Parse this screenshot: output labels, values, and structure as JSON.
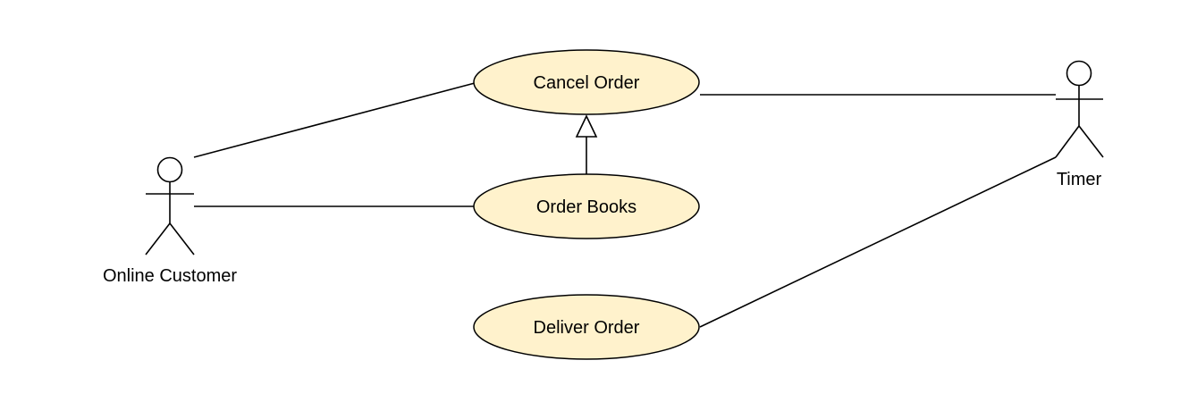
{
  "colors": {
    "usecase_fill": "#fff2cc",
    "stroke": "#000000",
    "background": "#ffffff"
  },
  "actors": {
    "online_customer": {
      "label": "Online Customer"
    },
    "timer": {
      "label": "Timer"
    }
  },
  "use_cases": {
    "cancel_order": {
      "label": "Cancel Order"
    },
    "order_books": {
      "label": "Order Books"
    },
    "deliver_order": {
      "label": "Deliver Order"
    }
  },
  "relationships": [
    {
      "from": "Online Customer",
      "to": "Cancel Order",
      "type": "association"
    },
    {
      "from": "Online Customer",
      "to": "Order Books",
      "type": "association"
    },
    {
      "from": "Order Books",
      "to": "Cancel Order",
      "type": "generalization"
    },
    {
      "from": "Timer",
      "to": "Cancel Order",
      "type": "association"
    },
    {
      "from": "Timer",
      "to": "Deliver Order",
      "type": "association"
    }
  ]
}
